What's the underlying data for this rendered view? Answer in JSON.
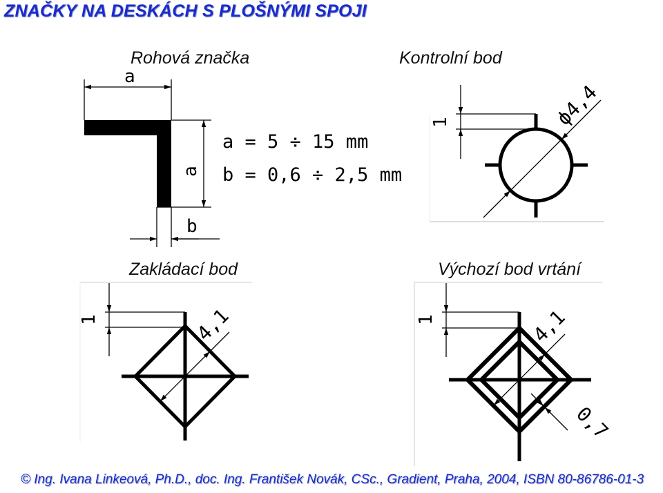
{
  "title": "ZNAČKY NA DESKÁCH S PLOŠNÝMI SPOJI",
  "captions": {
    "corner_mark": "Rohová značka",
    "check_point": "Kontrolní bod",
    "base_point": "Zakládací bod",
    "drill_origin": "Výchozí bod vrtání"
  },
  "corner_mark": {
    "dim_a_top": "a",
    "dim_a_side": "a",
    "dim_b": "b",
    "formula_a": "a = 5 ÷ 15 mm",
    "formula_b": "b = 0,6 ÷ 2,5 mm"
  },
  "check_point": {
    "dim_offset": "1",
    "dim_diameter": "ϕ4,4"
  },
  "base_point": {
    "dim_offset": "1",
    "dim_size": "4,1"
  },
  "drill_origin": {
    "dim_offset": "1",
    "dim_size": "4,1",
    "dim_line": "0,7"
  },
  "footer": "© Ing. Ivana Linkeová, Ph.D., doc. Ing. František Novák, CSc., Gradient, Praha, 2004, ISBN 80-86786-01-3",
  "colors": {
    "title": "#1a2ccc",
    "footer": "#1a2ccc",
    "drawing": "#000000"
  }
}
